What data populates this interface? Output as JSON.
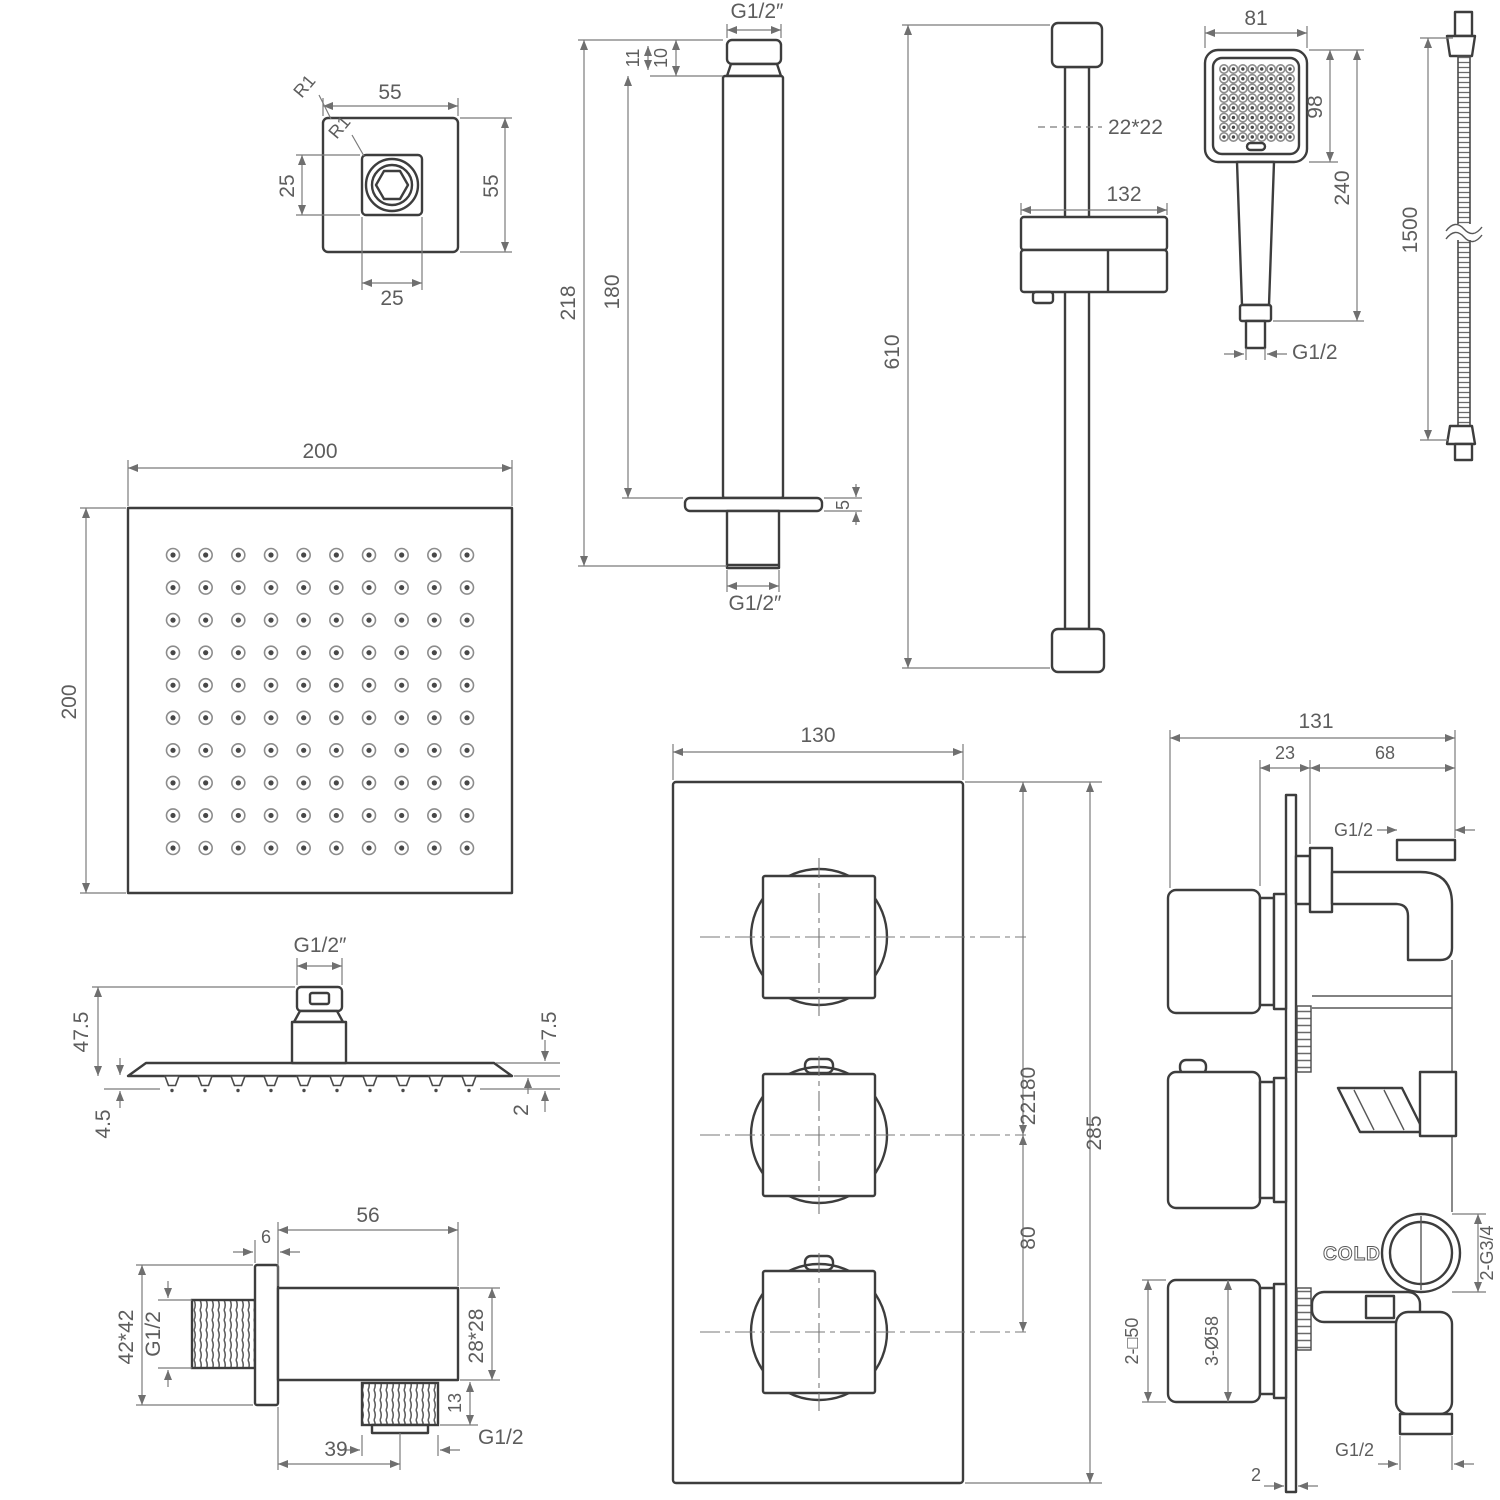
{
  "meta": {
    "background": "#ffffff",
    "line_color": "#3d3d3d",
    "dim_color": "#7b7b7b",
    "text_color": "#5d5d5d"
  },
  "parts": {
    "mount_bracket": {
      "width": "55",
      "height": "55",
      "inner_width": "25",
      "inner_height": "25",
      "corner_radius_outer": "R1",
      "corner_radius_inner": "R1"
    },
    "ceiling_arm": {
      "thread_top": "G1/2″",
      "cap_minor": "11",
      "cap_height": "10",
      "overall_length": "218",
      "body_length": "180",
      "flange_thickness": "5",
      "thread_bottom": "G1/2″"
    },
    "slide_rail": {
      "bar_section": "22*22",
      "bracket_width": "132",
      "length": "610"
    },
    "hand_shower": {
      "head_width": "81",
      "face_height": "98",
      "overall_length": "240",
      "thread": "G1/2",
      "spray_rows": 8,
      "spray_cols": 8
    },
    "shower_hose": {
      "length": "1500"
    },
    "head_plan": {
      "width": "200",
      "depth": "200",
      "nozzle_rows": 10,
      "nozzle_cols": 10
    },
    "head_profile": {
      "thread": "G1/2″",
      "connector_height": "47.5",
      "nozzle_height": "4.5",
      "edge_height": "7.5",
      "plate_thickness": "2"
    },
    "outlet_elbow": {
      "body_length": "56",
      "plate_thickness": "6",
      "plate_size": "42*42",
      "inlet_thread": "G1/2",
      "body_section": "28*28",
      "outlet_drop": "13",
      "outlet_thread": "G1/2",
      "outlet_reach": "39"
    },
    "valve_front": {
      "plate_width": "130",
      "upper_span": "22180",
      "knob_spacing": "80",
      "plate_height": "285"
    },
    "valve_side": {
      "overall_depth": "131",
      "plate_offset": "23",
      "body_depth": "68",
      "top_port_thread": "G1/2",
      "cold_marking": "COLD",
      "side_ports": "2-G3/4",
      "handle_squares": "2-□50",
      "handle_diameters": "3-Ø58",
      "bottom_port_thread": "G1/2",
      "plate_edge": "2"
    }
  }
}
